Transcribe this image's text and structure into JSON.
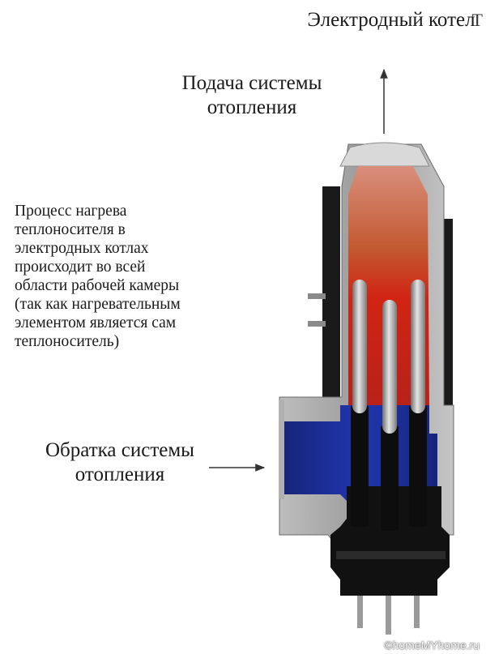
{
  "title": "Электродный котел",
  "corner_mark": "Т",
  "labels": {
    "supply": "Подача системы отопления",
    "return": "Обратка системы отопления",
    "process_lines": [
      "Процесс нагрева",
      "теплоносителя в",
      "электродных котлах",
      "происходит во всей",
      "области рабочей камеры",
      "(так как нагревательным",
      "элементом является сам",
      "теплоноситель)"
    ]
  },
  "watermark": "©homeMYhome.ru",
  "colors": {
    "hot_water": "#c8261a",
    "warm_water": "#d88a74",
    "cold_water": "#1c2f9c",
    "housing": "#aaaaaa",
    "insulator": "#111111"
  }
}
